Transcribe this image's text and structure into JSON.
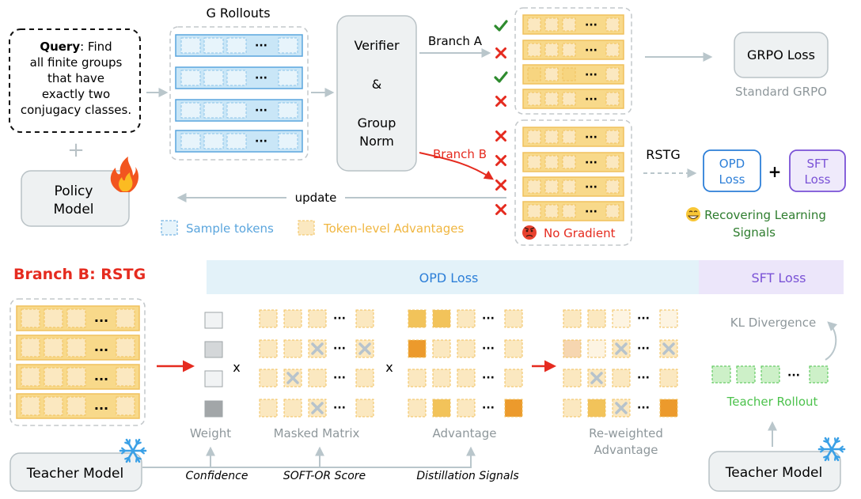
{
  "top": {
    "query_bold": "Query",
    "query_lines": [
      ": Find",
      "all finite groups",
      "that have",
      "exactly two",
      "conjugacy classes."
    ],
    "plus": "+",
    "policy_model": [
      "Policy",
      "Model"
    ],
    "rollouts_title": "G Rollouts",
    "ellipsis": "···",
    "verifier": [
      "Verifier",
      "&",
      "Group",
      "Norm"
    ],
    "branch_a": "Branch A",
    "branch_b": "Branch B",
    "grpo_loss": "GRPO Loss",
    "standard_grpo": "Standard GRPO",
    "rstg": "RSTG",
    "opd_loss": [
      "OPD",
      "Loss"
    ],
    "plus2": "+",
    "sft_loss": [
      "SFT",
      "Loss"
    ],
    "recovering": [
      "Recovering Learning",
      "Signals"
    ],
    "update": "update",
    "no_gradient": "No Gradient",
    "legend_sample": "Sample tokens",
    "legend_adv": "Token-level Advantages",
    "branch_a_marks": [
      "check",
      "cross",
      "check",
      "cross"
    ],
    "branch_b_marks": [
      "cross",
      "cross",
      "cross",
      "cross"
    ]
  },
  "bottom": {
    "title": "Branch B: RSTG",
    "opd_header": "OPD Loss",
    "sft_header": "SFT Loss",
    "times1": "x",
    "times2": "x",
    "weight": "Weight",
    "masked_matrix": "Masked Matrix",
    "advantage": "Advantage",
    "reweighted": [
      "Re-weighted",
      "Advantage"
    ],
    "kl": "KL Divergence",
    "teacher_rollout": "Teacher Rollout",
    "teacher_model_left": "Teacher Model",
    "teacher_model_right": "Teacher Model",
    "confidence": "Confidence",
    "softor": "SOFT-OR Score",
    "distill": "Distillation Signals",
    "ellipsis": "···"
  },
  "colors": {
    "red": "#e52b1f",
    "green": "#2e8b2e",
    "blue_border": "#5aa5dd",
    "yellow_fill": "#f8d98a",
    "opd_band": "#e3f2f9",
    "sft_band": "#ece6fa",
    "purple": "#7a52d6",
    "blue_text": "#2d7fd8",
    "teacher_green": "#4cc24c"
  }
}
